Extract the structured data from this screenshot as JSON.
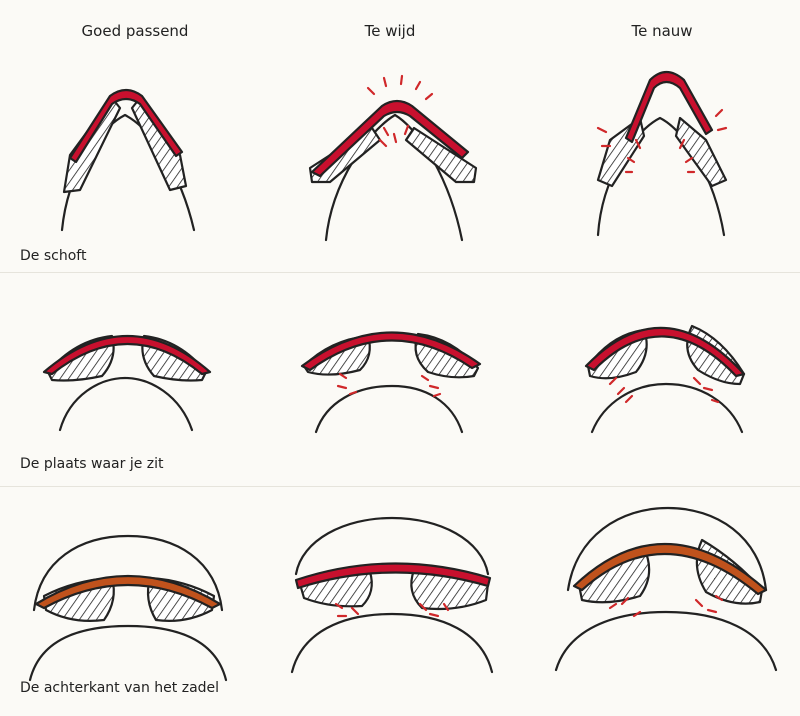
{
  "columns": [
    {
      "label": "Goed passend"
    },
    {
      "label": "Te wijd"
    },
    {
      "label": "Te nauw"
    }
  ],
  "rows": [
    {
      "label": "De schoft"
    },
    {
      "label": "De plaats waar je zit"
    },
    {
      "label": "De achterkant van het zadel"
    }
  ],
  "colors": {
    "saddle_red": "#c8102e",
    "saddle_brown": "#c0521c",
    "pressure_marks": "#d0282a",
    "ink": "#222222",
    "background": "#fbfaf6"
  }
}
